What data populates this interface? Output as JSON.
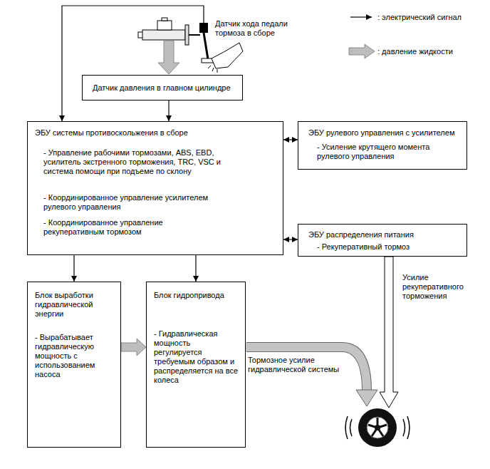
{
  "diagram": {
    "nodes": [
      {
        "text": [
          "Датчик давления в главном цилиндре"
        ]
      },
      {
        "text": [
          "ЭБУ системы противоскольжения в сборе",
          "- Управление рабочими тормозами, ABS, EBD, усилитель экстренного торможения, TRC, VSC и система помощи при подъеме по склону",
          "- Координированное управление усилителем рулевого управления",
          "- Координированное управление рекуперативным тормозом"
        ]
      },
      {
        "text": [
          "ЭБУ рулевого управления с усилителем",
          "- Усиление крутящего момента рулевого управления"
        ]
      },
      {
        "text": [
          "ЭБУ распределения питания",
          "- Рекуперативный тормоз"
        ]
      },
      {
        "text": [
          "Блок выработки гидравлической энергии",
          "- Вырабатывает гидравлическую мощность с использованием насоса"
        ]
      },
      {
        "text": [
          "Блок гидропривода",
          "- Гидравлическая мощность регулируется требуемым образом и распределяется на все колеса"
        ]
      }
    ],
    "edges": [
      {
        "from": 0,
        "to": 1,
        "arrow": "to"
      },
      {
        "from": 1,
        "to": 2,
        "arrow": "both"
      },
      {
        "from": 1,
        "to": 3,
        "arrow": "both"
      },
      {
        "from": 1,
        "to": 4,
        "arrow": "to"
      },
      {
        "from": 1,
        "to": 5,
        "arrow": "to"
      },
      {
        "from": 4,
        "to": 5,
        "arrow": "to"
      }
    ],
    "labels": [
      "Датчик хода педали тормоза в сборе",
      "Усилие рекуперативного торможения",
      "Тормозное усилие гидравлической системы"
    ],
    "legend": [
      {
        "text": ": электрический сигнал"
      },
      {
        "text": ": давление жидкости"
      }
    ]
  }
}
